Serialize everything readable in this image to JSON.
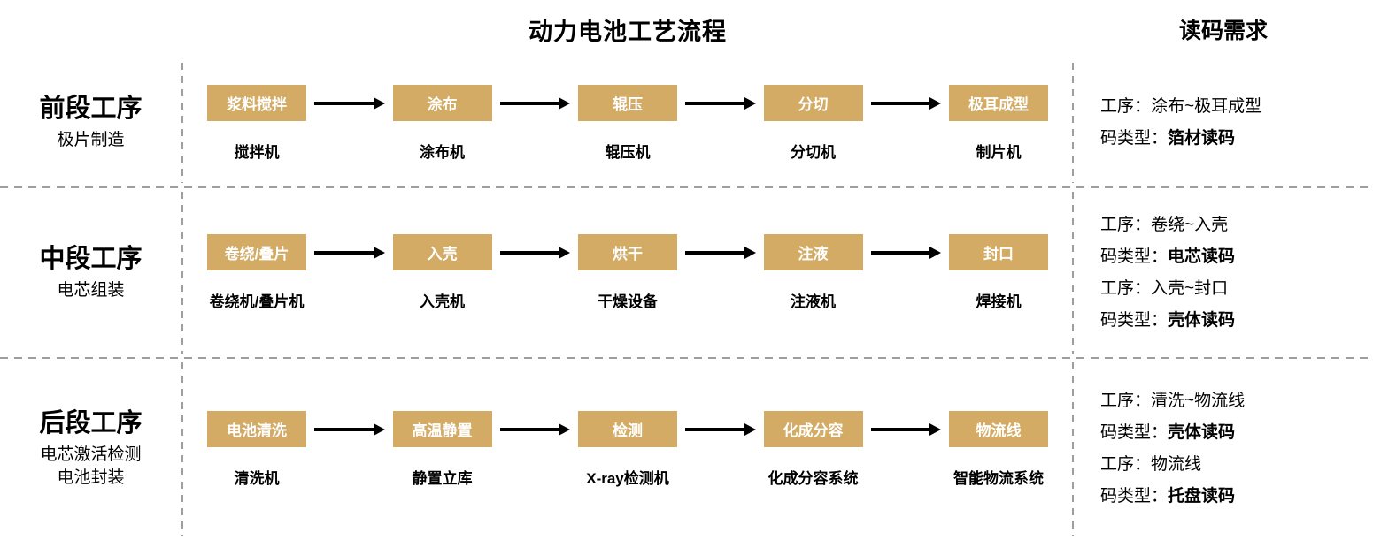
{
  "header": {
    "flow_title": "动力电池工艺流程",
    "requirements_title": "读码需求"
  },
  "labels": {
    "code_prefix": "码类型："
  },
  "colors": {
    "box_fill": "#D3AB64",
    "box_text": "#FFFFFF",
    "arrow": "#000000",
    "dashed_line": "#9E9E9E"
  },
  "rows": [
    {
      "stage_title": "前段工序",
      "subtitle_lines": [
        "极片制造"
      ],
      "steps": [
        {
          "box": "浆料搅拌",
          "machine": "搅拌机"
        },
        {
          "box": "涂布",
          "machine": "涂布机"
        },
        {
          "box": "辊压",
          "machine": "辊压机"
        },
        {
          "box": "分切",
          "machine": "分切机"
        },
        {
          "box": "极耳成型",
          "machine": "制片机"
        }
      ],
      "requirements": [
        {
          "process": "工序：涂布~极耳成型",
          "code_type": "箔材读码"
        }
      ]
    },
    {
      "stage_title": "中段工序",
      "subtitle_lines": [
        "电芯组装"
      ],
      "steps": [
        {
          "box": "卷绕/叠片",
          "machine": "卷绕机/叠片机"
        },
        {
          "box": "入壳",
          "machine": "入壳机"
        },
        {
          "box": "烘干",
          "machine": "干燥设备"
        },
        {
          "box": "注液",
          "machine": "注液机"
        },
        {
          "box": "封口",
          "machine": "焊接机"
        }
      ],
      "requirements": [
        {
          "process": "工序：卷绕~入壳",
          "code_type": "电芯读码"
        },
        {
          "process": "工序：入壳~封口",
          "code_type": "壳体读码"
        }
      ]
    },
    {
      "stage_title": "后段工序",
      "subtitle_lines": [
        "电芯激活检测",
        "电池封装"
      ],
      "steps": [
        {
          "box": "电池清洗",
          "machine": "清洗机"
        },
        {
          "box": "高温静置",
          "machine": "静置立库"
        },
        {
          "box": "检测",
          "machine": "X-ray检测机"
        },
        {
          "box": "化成分容",
          "machine": "化成分容系统"
        },
        {
          "box": "物流线",
          "machine": "智能物流系统"
        }
      ],
      "requirements": [
        {
          "process": "工序：清洗~物流线",
          "code_type": "壳体读码"
        },
        {
          "process": "工序：物流线",
          "code_type": "托盘读码"
        }
      ]
    }
  ]
}
